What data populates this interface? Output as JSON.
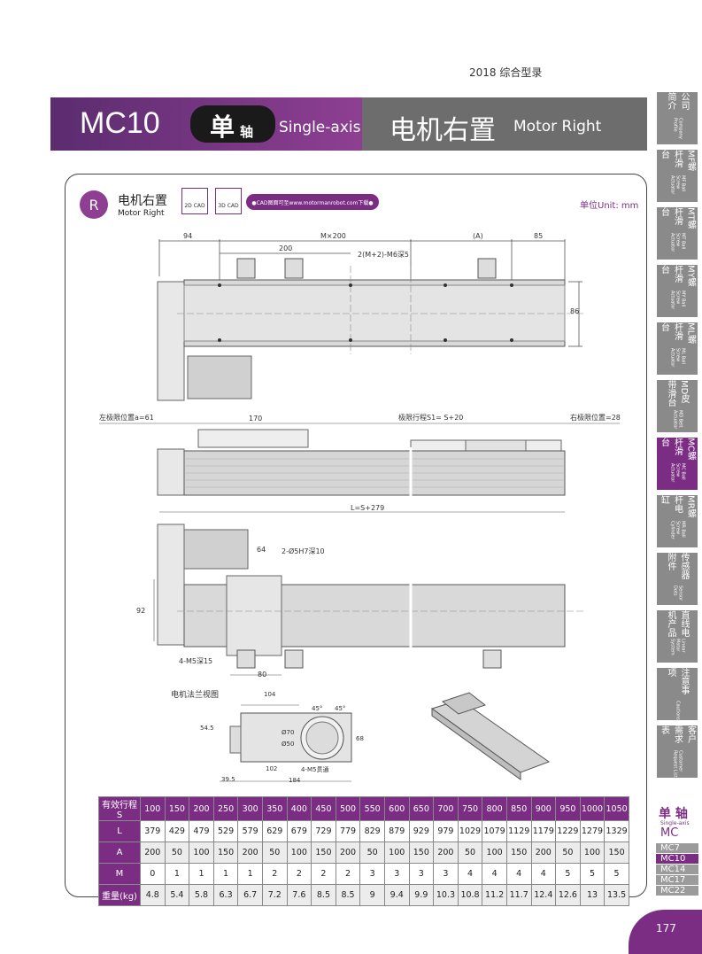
{
  "year_label": "2018  综合型录",
  "header": {
    "model": "MC10",
    "axis_cn_big": "单",
    "axis_cn_small": "轴",
    "axis_en": "Single-axis",
    "title_cn": "电机右置",
    "title_en": "Motor Right"
  },
  "sidenav": [
    {
      "cn": "公司简介",
      "en": "Company Profile",
      "active": false
    },
    {
      "cn": "MF螺杆滑台",
      "en": "MF Ball Screw Actuator",
      "active": false
    },
    {
      "cn": "MT螺杆滑台",
      "en": "MT Ball Screw Actuator",
      "active": false
    },
    {
      "cn": "MY螺杆滑台",
      "en": "MY Ball Screw Actuator",
      "active": false
    },
    {
      "cn": "ML螺杆滑台",
      "en": "ML Ball Screw Actuator",
      "active": false
    },
    {
      "cn": "MD皮带滑台",
      "en": "MD Belt Actuator",
      "active": false
    },
    {
      "cn": "MC螺杆滑台",
      "en": "MC Ball Screw Actuator",
      "active": true
    },
    {
      "cn": "MR螺杆电缸",
      "en": "MR Ball Screw Cylinder",
      "active": false
    },
    {
      "cn": "传感器附件",
      "en": "Sensor Dots",
      "active": false
    },
    {
      "cn": "直线电机产品",
      "en": "Linear Motor System",
      "active": false
    },
    {
      "cn": "注意事项",
      "en": "Cautions",
      "active": false
    },
    {
      "cn": "客户需求表",
      "en": "Customer Request List",
      "active": false
    }
  ],
  "section": {
    "badge": "R",
    "title_cn": "电机右置",
    "title_en": "Motor Right",
    "cad2d": "2D CAD",
    "cad3d": "3D CAD",
    "cad_note": "●CAD图面可至www.motormanrobot.com下载●",
    "unit": "单位Unit: mm"
  },
  "drawing": {
    "d94": "94",
    "dM": "M×200",
    "dA": "(A)",
    "d85": "85",
    "d200": "200",
    "holes": "2(M+2)-M6深5",
    "d86": "86",
    "left_limit": "左极限位置a=61",
    "d170": "170",
    "stroke": "极限行程S1= S+20",
    "right_limit": "右极限位置=28",
    "L": "L=S+279",
    "d64": "64",
    "pin": "2-Ø5H7深10",
    "d92": "92",
    "m5": "4-M5深15",
    "d80": "80",
    "flange_title": "电机法兰视图",
    "d104": "104",
    "d545": "54.5",
    "d70": "Ø70",
    "d50": "Ø50",
    "d68": "68",
    "d102": "102",
    "d184": "184",
    "d395": "39.5",
    "m5thru": "4-M5贯通",
    "a45a": "45°",
    "a45b": "45°"
  },
  "table": {
    "rows": [
      {
        "label": "有效行程S",
        "values": [
          "100",
          "150",
          "200",
          "250",
          "300",
          "350",
          "400",
          "450",
          "500",
          "550",
          "600",
          "650",
          "700",
          "750",
          "800",
          "850",
          "900",
          "950",
          "1000",
          "1050"
        ]
      },
      {
        "label": "L",
        "values": [
          "379",
          "429",
          "479",
          "529",
          "579",
          "629",
          "679",
          "729",
          "779",
          "829",
          "879",
          "929",
          "979",
          "1029",
          "1079",
          "1129",
          "1179",
          "1229",
          "1279",
          "1329"
        ]
      },
      {
        "label": "A",
        "values": [
          "200",
          "50",
          "100",
          "150",
          "200",
          "50",
          "100",
          "150",
          "200",
          "50",
          "100",
          "150",
          "200",
          "50",
          "100",
          "150",
          "200",
          "50",
          "100",
          "150"
        ]
      },
      {
        "label": "M",
        "values": [
          "0",
          "1",
          "1",
          "1",
          "1",
          "2",
          "2",
          "2",
          "2",
          "3",
          "3",
          "3",
          "3",
          "4",
          "4",
          "4",
          "4",
          "5",
          "5",
          "5"
        ]
      },
      {
        "label": "重量(kg)",
        "values": [
          "4.8",
          "5.4",
          "5.8",
          "6.3",
          "6.7",
          "7.2",
          "7.6",
          "8.5",
          "8.5",
          "9",
          "9.4",
          "9.9",
          "10.3",
          "10.8",
          "11.2",
          "11.7",
          "12.4",
          "12.6",
          "13",
          "13.5"
        ]
      }
    ]
  },
  "series": {
    "cn": "单 轴",
    "en": "Single-axis",
    "mc": "MC",
    "items": [
      {
        "label": "MC7",
        "active": false
      },
      {
        "label": "MC10",
        "active": true
      },
      {
        "label": "MC14",
        "active": false
      },
      {
        "label": "MC17",
        "active": false
      },
      {
        "label": "MC22",
        "active": false
      }
    ]
  },
  "page_number": "177"
}
